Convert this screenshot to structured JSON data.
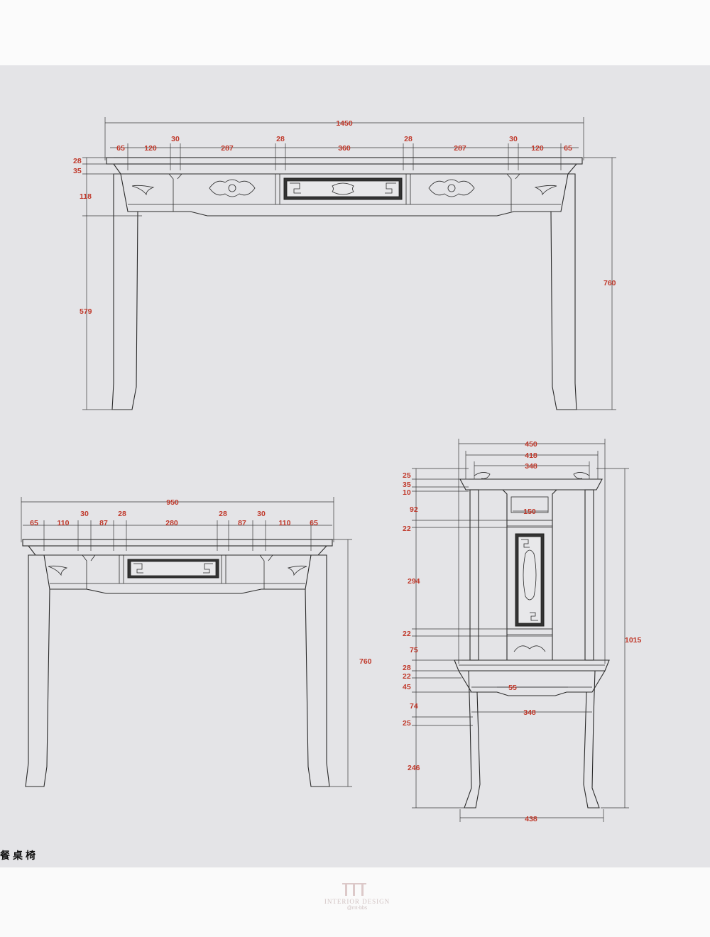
{
  "long_table": {
    "overall_width": "1450",
    "top_segments": [
      "65",
      "120",
      "30",
      "287",
      "28",
      "360",
      "28",
      "287",
      "30",
      "120",
      "65"
    ],
    "left_heights": [
      "28",
      "35",
      "118",
      "579"
    ],
    "overall_height": "760"
  },
  "square_table": {
    "overall_width": "950",
    "top_segments": [
      "65",
      "110",
      "30",
      "87",
      "28",
      "280",
      "28",
      "87",
      "30",
      "110",
      "65"
    ],
    "overall_height": "760"
  },
  "chair": {
    "top_widths": [
      "450",
      "418",
      "348"
    ],
    "left_heights": [
      "25",
      "35",
      "10",
      "92",
      "22",
      "294",
      "22",
      "75",
      "28",
      "22",
      "45",
      "74",
      "25",
      "246"
    ],
    "inner_labels": [
      "150",
      "55",
      "348"
    ],
    "bottom_width": "438",
    "overall_height": "1015"
  },
  "caption": "餐桌椅",
  "watermark": {
    "text": "INTERIOR DESIGN",
    "sub": "@mt-bbs"
  },
  "colors": {
    "dimension_text": "#c0392b",
    "panel": "#e4e4e7",
    "line": "#2a2a2a"
  }
}
